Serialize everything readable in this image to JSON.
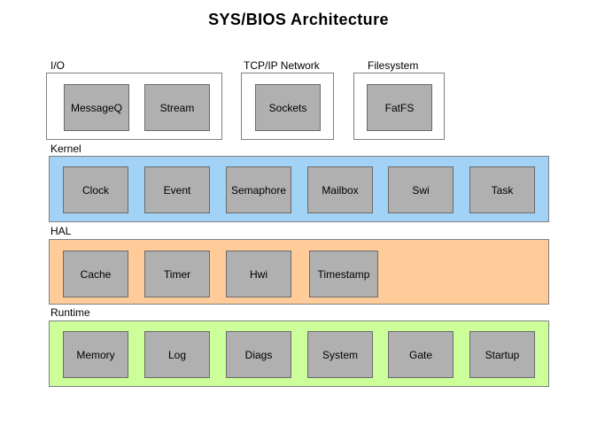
{
  "title": "SYS/BIOS Architecture",
  "colors": {
    "kernel_band": "#A2D2F5",
    "hal_band": "#FFCC99",
    "runtime_band": "#CCFF99",
    "module_fill": "#B0B0B0",
    "module_border": "#6B6B6B",
    "outline_border": "#808080",
    "text": "#000000",
    "background": "#FFFFFF"
  },
  "top_sections": [
    {
      "label": "I/O",
      "modules": [
        "MessageQ",
        "Stream"
      ]
    },
    {
      "label": "TCP/IP Network",
      "modules": [
        "Sockets"
      ]
    },
    {
      "label": "Filesystem",
      "modules": [
        "FatFS"
      ]
    }
  ],
  "bands": [
    {
      "label": "Kernel",
      "modules": [
        "Clock",
        "Event",
        "Semaphore",
        "Mailbox",
        "Swi",
        "Task"
      ]
    },
    {
      "label": "HAL",
      "modules": [
        "Cache",
        "Timer",
        "Hwi",
        "Timestamp"
      ]
    },
    {
      "label": "Runtime",
      "modules": [
        "Memory",
        "Log",
        "Diags",
        "System",
        "Gate",
        "Startup"
      ]
    }
  ]
}
